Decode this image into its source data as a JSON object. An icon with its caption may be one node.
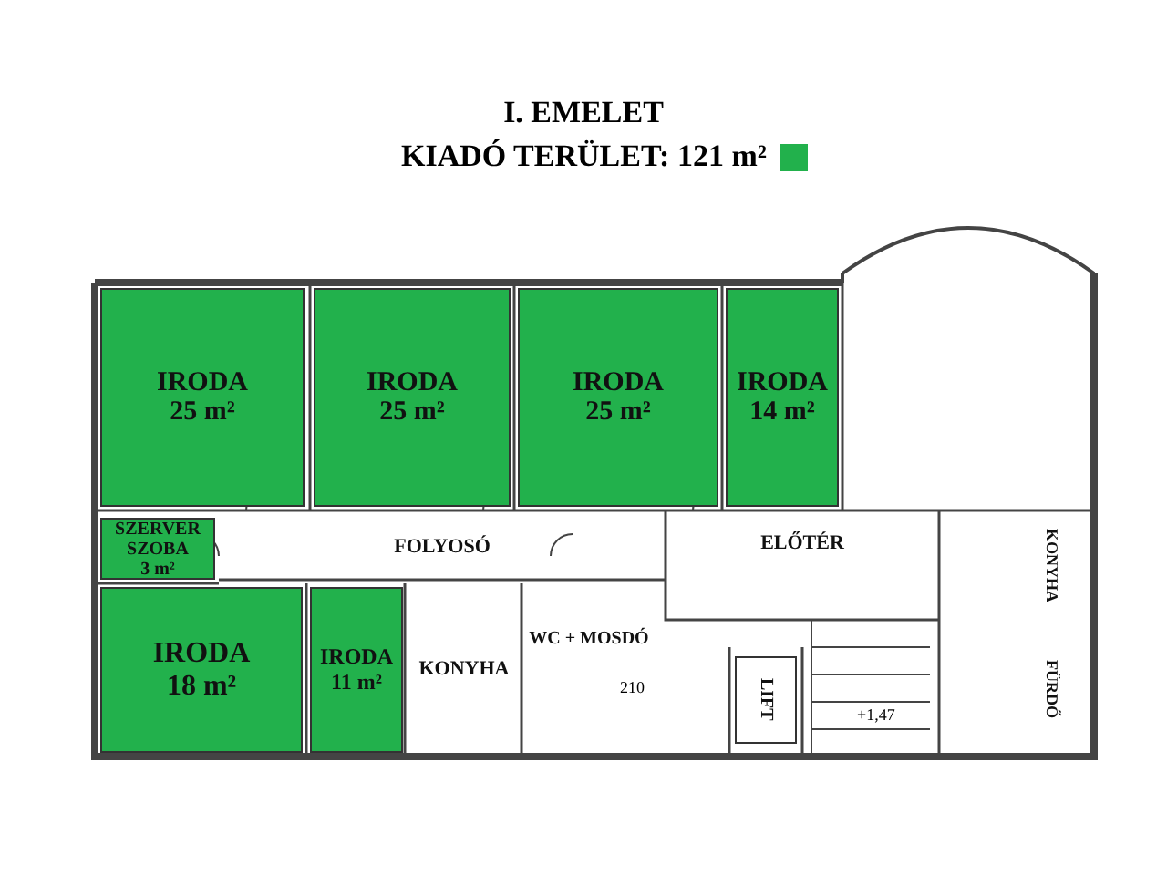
{
  "diagram": {
    "title": "I. EMELET",
    "nodes": [
      {
        "text": [
          "IRODA",
          "25 m²"
        ]
      },
      {
        "text": [
          "IRODA",
          "25 m²"
        ]
      },
      {
        "text": [
          "IRODA",
          "25 m²"
        ]
      },
      {
        "text": [
          "IRODA",
          "14 m²"
        ]
      },
      {
        "text": [
          "SZERVER SZOBA",
          "3 m²"
        ]
      },
      {
        "text": [
          "FOLYOSÓ"
        ]
      },
      {
        "text": [
          "ELŐTÉR"
        ]
      },
      {
        "text": [
          "IRODA",
          "18 m²"
        ]
      },
      {
        "text": [
          "IRODA",
          "11 m²"
        ]
      },
      {
        "text": [
          "KONYHA"
        ]
      },
      {
        "text": [
          "WC + MOSDÓ"
        ]
      },
      {
        "text": [
          "LIFT"
        ]
      },
      {
        "text": [
          "KONYHA"
        ]
      },
      {
        "text": [
          "FÜRDŐ"
        ]
      }
    ],
    "labels": [
      "210",
      "+1,47"
    ],
    "legend": [
      {
        "text": "KIADÓ TERÜLET: 121 m²",
        "color": "#22b14c"
      }
    ]
  }
}
